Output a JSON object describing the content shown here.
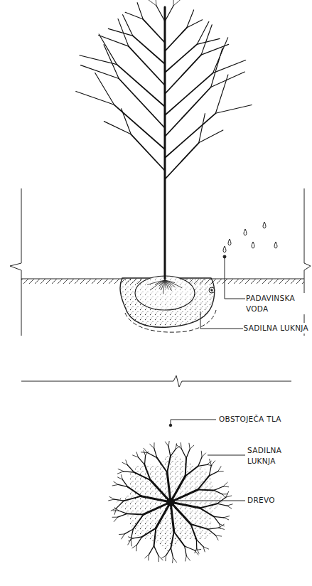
{
  "diagram": {
    "labels": [
      "PADAVINSKA VODA",
      "SADILNA LUKNJA",
      "OBSTOJEČA TLA",
      "SADILNA LUKNJA",
      "DREVO"
    ]
  }
}
